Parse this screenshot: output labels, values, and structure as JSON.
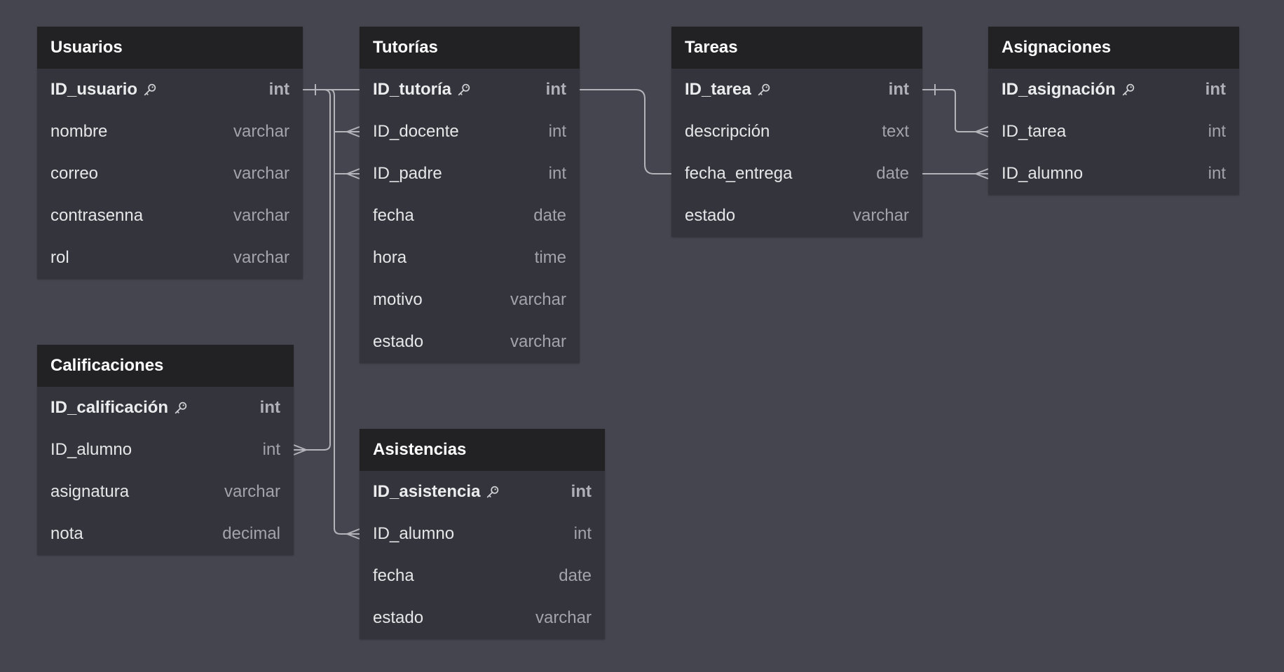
{
  "colors": {
    "background": "#45454f",
    "table_header": "#222224",
    "table_body": "#34343c",
    "connector": "#b4b4ba"
  },
  "key_icon": "key-icon",
  "tables": [
    {
      "id": "usuarios",
      "name": "Usuarios",
      "fields": [
        {
          "name": "ID_usuario",
          "type": "int",
          "pk": true
        },
        {
          "name": "nombre",
          "type": "varchar"
        },
        {
          "name": "correo",
          "type": "varchar"
        },
        {
          "name": "contrasenna",
          "type": "varchar"
        },
        {
          "name": "rol",
          "type": "varchar"
        }
      ]
    },
    {
      "id": "tutorias",
      "name": "Tutorías",
      "fields": [
        {
          "name": "ID_tutoría",
          "type": "int",
          "pk": true
        },
        {
          "name": "ID_docente",
          "type": "int"
        },
        {
          "name": "ID_padre",
          "type": "int"
        },
        {
          "name": "fecha",
          "type": "date"
        },
        {
          "name": "hora",
          "type": "time"
        },
        {
          "name": "motivo",
          "type": "varchar"
        },
        {
          "name": "estado",
          "type": "varchar"
        }
      ]
    },
    {
      "id": "tareas",
      "name": "Tareas",
      "fields": [
        {
          "name": "ID_tarea",
          "type": "int",
          "pk": true
        },
        {
          "name": "descripción",
          "type": "text"
        },
        {
          "name": "fecha_entrega",
          "type": "date"
        },
        {
          "name": "estado",
          "type": "varchar"
        }
      ]
    },
    {
      "id": "asignaciones",
      "name": "Asignaciones",
      "fields": [
        {
          "name": "ID_asignación",
          "type": "int",
          "pk": true
        },
        {
          "name": "ID_tarea",
          "type": "int"
        },
        {
          "name": "ID_alumno",
          "type": "int"
        }
      ]
    },
    {
      "id": "calificaciones",
      "name": "Calificaciones",
      "fields": [
        {
          "name": "ID_calificación",
          "type": "int",
          "pk": true
        },
        {
          "name": "ID_alumno",
          "type": "int"
        },
        {
          "name": "asignatura",
          "type": "varchar"
        },
        {
          "name": "nota",
          "type": "decimal"
        }
      ]
    },
    {
      "id": "asistencias",
      "name": "Asistencias",
      "fields": [
        {
          "name": "ID_asistencia",
          "type": "int",
          "pk": true
        },
        {
          "name": "ID_alumno",
          "type": "int"
        },
        {
          "name": "fecha",
          "type": "date"
        },
        {
          "name": "estado",
          "type": "varchar"
        }
      ]
    }
  ],
  "relationships": [
    {
      "from": "Usuarios.ID_usuario",
      "to": "Tutorías.ID_docente",
      "cardinality": "one-to-many"
    },
    {
      "from": "Usuarios.ID_usuario",
      "to": "Tutorías.ID_padre",
      "cardinality": "one-to-many"
    },
    {
      "from": "Usuarios.ID_usuario",
      "to": "Calificaciones.ID_alumno",
      "cardinality": "one-to-many"
    },
    {
      "from": "Usuarios.ID_usuario",
      "to": "Asistencias.ID_alumno",
      "cardinality": "one-to-many"
    },
    {
      "from": "Tareas.ID_tarea",
      "to": "Asignaciones.ID_tarea",
      "cardinality": "one-to-many"
    },
    {
      "from": "Tareas.fecha_entrega",
      "to": "Asignaciones.ID_alumno",
      "cardinality": "one-to-many"
    },
    {
      "from": "Tutorías.ID_tutoría",
      "to": "Tareas.fecha_entrega",
      "cardinality": "link"
    }
  ]
}
